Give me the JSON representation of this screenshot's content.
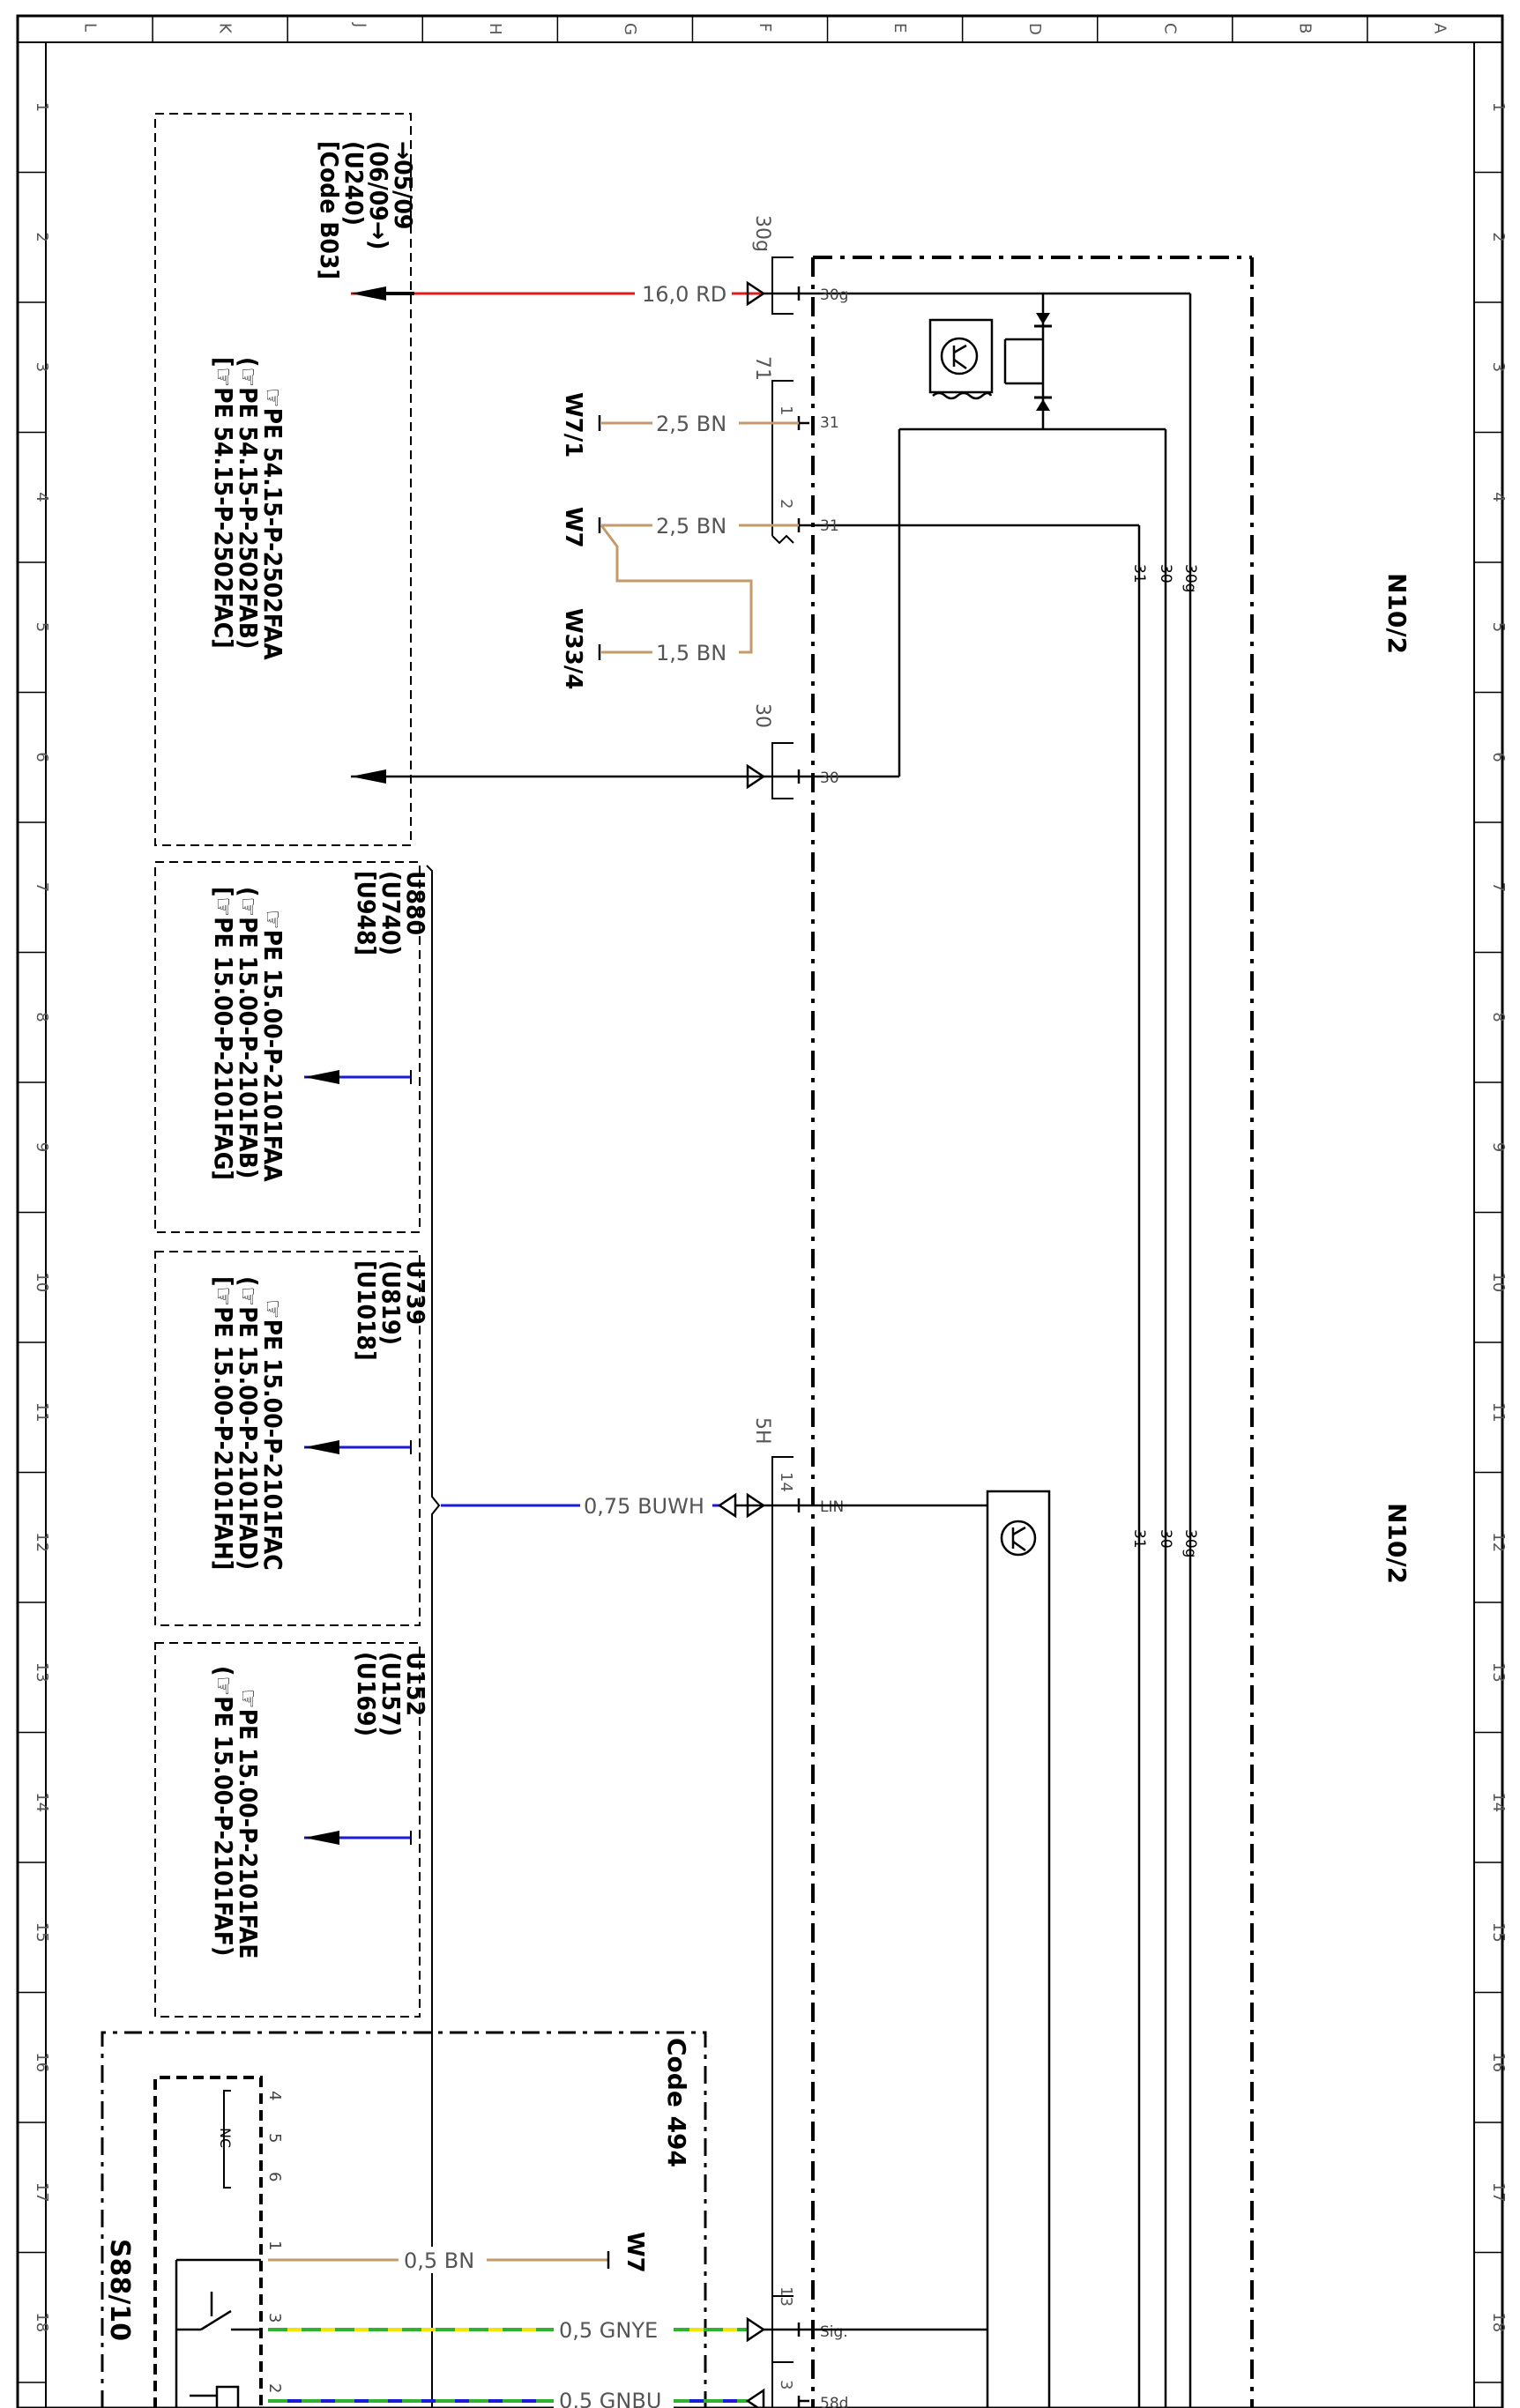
{
  "frame": {
    "columns": [
      "L",
      "K",
      "J",
      "H",
      "G",
      "F",
      "E",
      "D",
      "C",
      "B",
      "A"
    ],
    "rows": [
      "1",
      "2",
      "3",
      "4",
      "5",
      "6",
      "7",
      "8",
      "9",
      "10",
      "11",
      "12",
      "13",
      "14",
      "15",
      "16",
      "17",
      "18"
    ]
  },
  "components": {
    "module_top": "N10/2",
    "module_bottom": "N10/2",
    "switch": "S88/10"
  },
  "ref_boxes": [
    {
      "id": "box1",
      "lines": [
        "→05/09",
        "(06/09→)",
        "(U240)",
        "[Code B03]"
      ],
      "refs": [
        "☞PE 54.15-P-2502FAA",
        "(☞PE 54.15-P-2502FAB)",
        "[☞PE 54.15-P-2502FAC]"
      ]
    },
    {
      "id": "box2",
      "lines": [
        "U880",
        "(U740)",
        "[U948]"
      ],
      "refs": [
        "☞PE 15.00-P-2101FAA",
        "(☞PE 15.00-P-2101FAB)",
        "[☞PE 15.00-P-2101FAG]"
      ]
    },
    {
      "id": "box3",
      "lines": [
        "U739",
        "(U819)",
        "[U1018]"
      ],
      "refs": [
        "☞PE 15.00-P-2101FAC",
        "(☞PE 15.00-P-2101FAD)",
        "[☞PE 15.00-P-2101FAH]"
      ]
    },
    {
      "id": "box4",
      "lines": [
        "U152",
        "(U157)",
        "(U169)"
      ],
      "refs": [
        "☞PE 15.00-P-2101FAE",
        "(☞PE 15.00-P-2101FAF)"
      ]
    }
  ],
  "wires": {
    "w_30g": "16,0 RD",
    "w_31_1": "2,5 BN",
    "w_31_2": "2,5 BN",
    "w_w33": "1,5 BN",
    "w_lin": "0,75 BUWH",
    "w_s88_1": "0,5 BN",
    "w_sig": "0,5 GNYE",
    "w_58d": "0,5 GNBU"
  },
  "grounds": {
    "g1": "W7/1",
    "g2": "W7",
    "g3": "W33/4",
    "g4": "W7"
  },
  "connectors": {
    "c30g": "30g",
    "c71": "71",
    "c30": "30",
    "c5h": "5H",
    "c3": "3"
  },
  "pins": {
    "p_1": "1",
    "p_2": "2",
    "p_14": "14",
    "p_13": "13",
    "p_3": "3",
    "p_30g": "30g",
    "p_31a": "31",
    "p_31b": "31",
    "p_30": "30",
    "p_lin": "LIN",
    "p_sig": "Sig.",
    "p_58d": "58d"
  },
  "bus": {
    "top": [
      "31",
      "30",
      "30g"
    ],
    "bottom": [
      "31",
      "30",
      "30g"
    ]
  },
  "switch_block": {
    "code": "Code 494",
    "pins": [
      "4",
      "5",
      "6",
      "1",
      "3",
      "2"
    ],
    "nc": "NC"
  },
  "colors": {
    "red": "#e01b1b",
    "brown": "#c49a6c",
    "blue": "#1a1adb",
    "green": "#2fb32f",
    "yellow": "#f2e600",
    "black": "#000000",
    "frame_text": "#555555"
  }
}
